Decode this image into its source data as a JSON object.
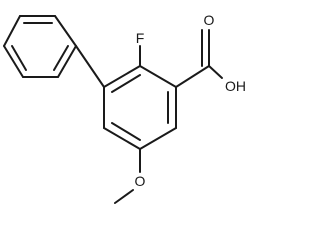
{
  "labels": {
    "fluorine": "F",
    "hydroxyl": "OH",
    "carbonyl_oxygen": "O",
    "ether_oxygen": "O"
  }
}
